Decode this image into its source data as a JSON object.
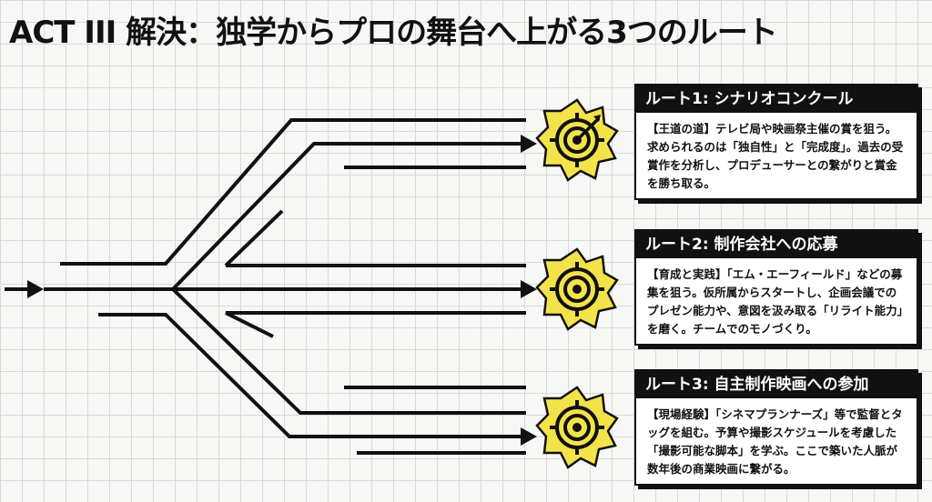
{
  "title": "ACT III 解決：独学からプロの舞台へ上がる3つのルート",
  "routes": [
    {
      "heading": "ルート1: シナリオコンクール",
      "body": "【王道の道】テレビ局や映画祭主催の賞を狙う。求められるのは「独自性」と「完成度」。過去の受賞作を分析し、プロデューサーとの繋がりと賞金を勝ち取る。",
      "icon": "target-arrow-icon"
    },
    {
      "heading": "ルート2: 制作会社への応募",
      "body": "【育成と実践】「エム・エーフィールド」などの募集を狙う。仮所属からスタートし、企画会議でのプレゼン能力や、意図を汲み取る「リライト能力」を磨く。チームでのモノづくり。",
      "icon": "target-icon"
    },
    {
      "heading": "ルート3: 自主制作映画への参加",
      "body": "【現場経験】「シネマプランナーズ」等で監督とタッグを組む。予算や撮影スケジュールを考慮した「撮影可能な脚本」を学ぶ。ここで築いた人脈が数年後の商業映画に繋がる。",
      "icon": "target-icon"
    }
  ],
  "colors": {
    "accent": "#f2e34b",
    "ink": "#111111",
    "grid": "#d9d9d9"
  }
}
